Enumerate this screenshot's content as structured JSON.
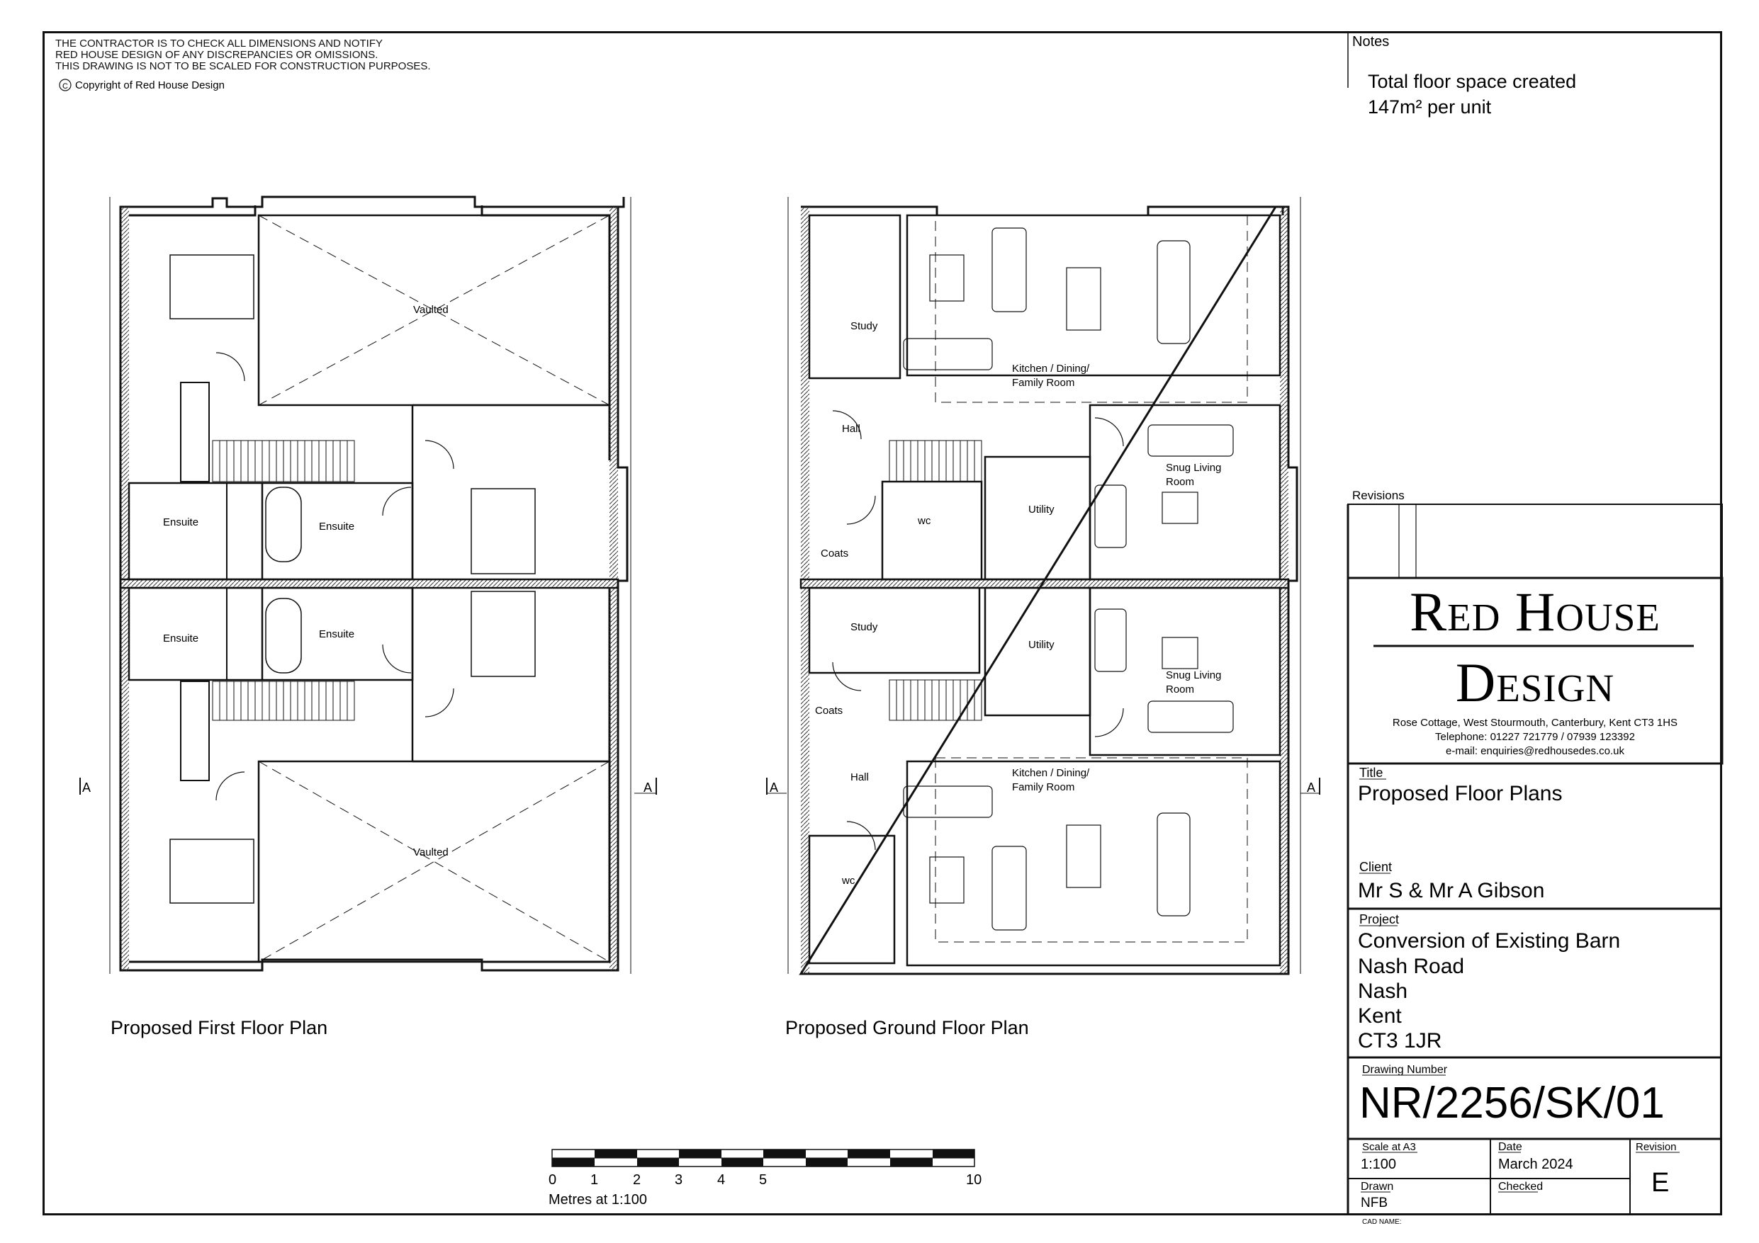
{
  "disclaimer": {
    "line1": "THE CONTRACTOR IS TO CHECK ALL DIMENSIONS AND NOTIFY",
    "line2": "RED HOUSE DESIGN OF ANY DISCREPANCIES OR OMISSIONS.",
    "line3": "THIS DRAWING IS NOT TO BE SCALED FOR CONSTRUCTION PURPOSES.",
    "copyright": "Copyright of Red House Design",
    "copyright_symbol": "C"
  },
  "notes": {
    "heading": "Notes",
    "line1": "Total floor space created",
    "line2": "147m² per unit"
  },
  "revisions": {
    "heading": "Revisions"
  },
  "company": {
    "name_line1": "Red House",
    "name_line2": "Design",
    "address": "Rose Cottage, West Stourmouth, Canterbury, Kent  CT3 1HS",
    "telephone": "Telephone: 01227 721779 / 07939 123392",
    "email": "e-mail: enquiries@redhousedes.co.uk"
  },
  "title_block": {
    "title_label": "Title",
    "title": "Proposed Floor Plans",
    "client_label": "Client",
    "client": "Mr S & Mr A Gibson",
    "project_label": "Project",
    "project_lines": [
      "Conversion of Existing Barn",
      "Nash Road",
      "Nash",
      "Kent",
      "CT3 1JR"
    ],
    "drawing_number_label": "Drawing Number",
    "drawing_number": "NR/2256/SK/01",
    "scale_label": "Scale at A3",
    "scale": "1:100",
    "date_label": "Date",
    "date": "March 2024",
    "revision_label": "Revision",
    "revision": "E",
    "drawn_label": "Drawn",
    "drawn": "NFB",
    "checked_label": "Checked",
    "checked": "",
    "cad_label": "CAD NAME:"
  },
  "plans": {
    "first_floor_title": "Proposed First Floor Plan",
    "ground_floor_title": "Proposed Ground Floor Plan",
    "first_floor_rooms": {
      "vaulted_top": "Vaulted",
      "ensuite_1": "Ensuite",
      "ensuite_2": "Ensuite",
      "ensuite_3": "Ensuite",
      "ensuite_4": "Ensuite",
      "vaulted_bottom": "Vaulted"
    },
    "ground_floor_rooms": {
      "study_top": "Study",
      "kitchen_top_1": "Kitchen / Dining/",
      "kitchen_top_2": "Family Room",
      "hall_top": "Hall",
      "snug_top_1": "Snug Living",
      "snug_top_2": "Room",
      "utility_top": "Utility",
      "wc_top": "wc",
      "coats_top": "Coats",
      "study_bottom": "Study",
      "utility_bottom": "Utility",
      "snug_bottom_1": "Snug Living",
      "snug_bottom_2": "Room",
      "coats_bottom": "Coats",
      "hall_bottom": "Hall",
      "kitchen_bottom_1": "Kitchen / Dining/",
      "kitchen_bottom_2": "Family Room",
      "wc_bottom": "wc"
    },
    "section_marker": "A"
  },
  "scale_bar": {
    "ticks": [
      "0",
      "1",
      "2",
      "3",
      "4",
      "5",
      "10"
    ],
    "caption": "Metres at 1:100"
  }
}
